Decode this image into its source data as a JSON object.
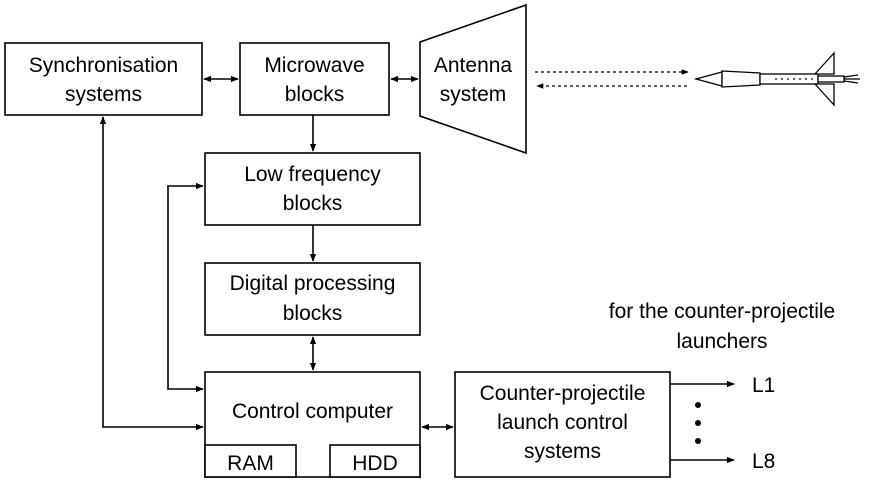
{
  "blocks": {
    "sync": [
      "Synchronisation",
      "systems"
    ],
    "microwave": [
      "Microwave",
      "blocks"
    ],
    "antenna": [
      "Antenna",
      "system"
    ],
    "low_freq": [
      "Low frequency",
      "blocks"
    ],
    "digital": [
      "Digital processing",
      "blocks"
    ],
    "computer": "Control computer",
    "ram": "RAM",
    "hdd": "HDD",
    "launch_control": [
      "Counter-projectile",
      "launch control",
      "systems"
    ]
  },
  "note": [
    "for the counter-projectile",
    "launchers"
  ],
  "outputs": [
    "L1",
    "L8"
  ]
}
